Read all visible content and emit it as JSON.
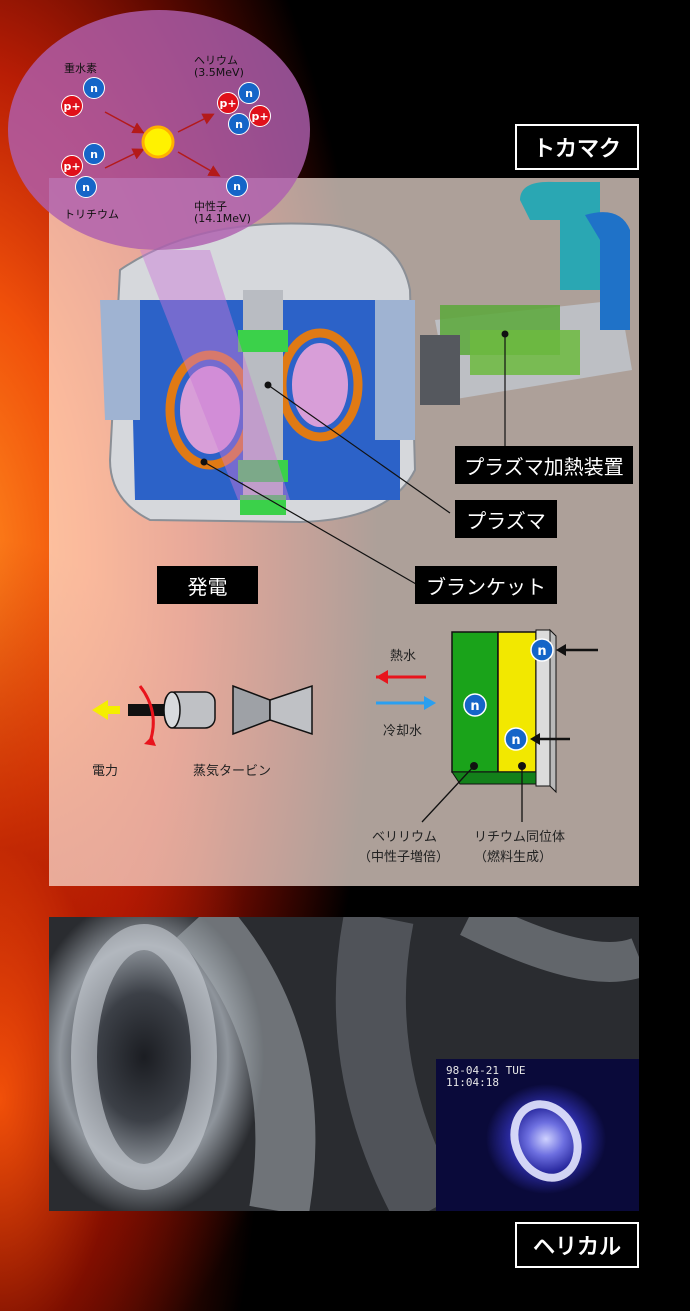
{
  "labels": {
    "tokamak": "トカマク",
    "helical": "ヘリカル",
    "plasma_heating": "プラズマ加熱装置",
    "plasma": "プラズマ",
    "blanket": "ブランケット",
    "power_generation": "発電"
  },
  "reaction": {
    "deuterium": "重水素",
    "tritium": "トリチウム",
    "helium": "ヘリウム",
    "helium_energy": "(3.5MeV)",
    "neutron": "中性子",
    "neutron_energy": "(14.1MeV)",
    "proton_symbol": "p+",
    "neutron_symbol": "n"
  },
  "generation": {
    "power": "電力",
    "steam_turbine": "蒸気タービン",
    "hot_water": "熱水",
    "cooling_water": "冷却水"
  },
  "blanket_detail": {
    "beryllium": "ベリリウム",
    "beryllium_note": "（中性子増倍）",
    "lithium": "リチウム同位体",
    "lithium_note": "（燃料生成）"
  },
  "photo": {
    "timestamp_line1": "98-04-21 TUE",
    "timestamp_line2": "11:04:18"
  },
  "colors": {
    "proton": "#e0101a",
    "neutron": "#1565c8",
    "beryllium": "#1aa31a",
    "lithium": "#f2e800",
    "hot_arrow": "#e8141c",
    "cool_arrow": "#2a9ff0",
    "power_arrow": "#f5ee00"
  }
}
